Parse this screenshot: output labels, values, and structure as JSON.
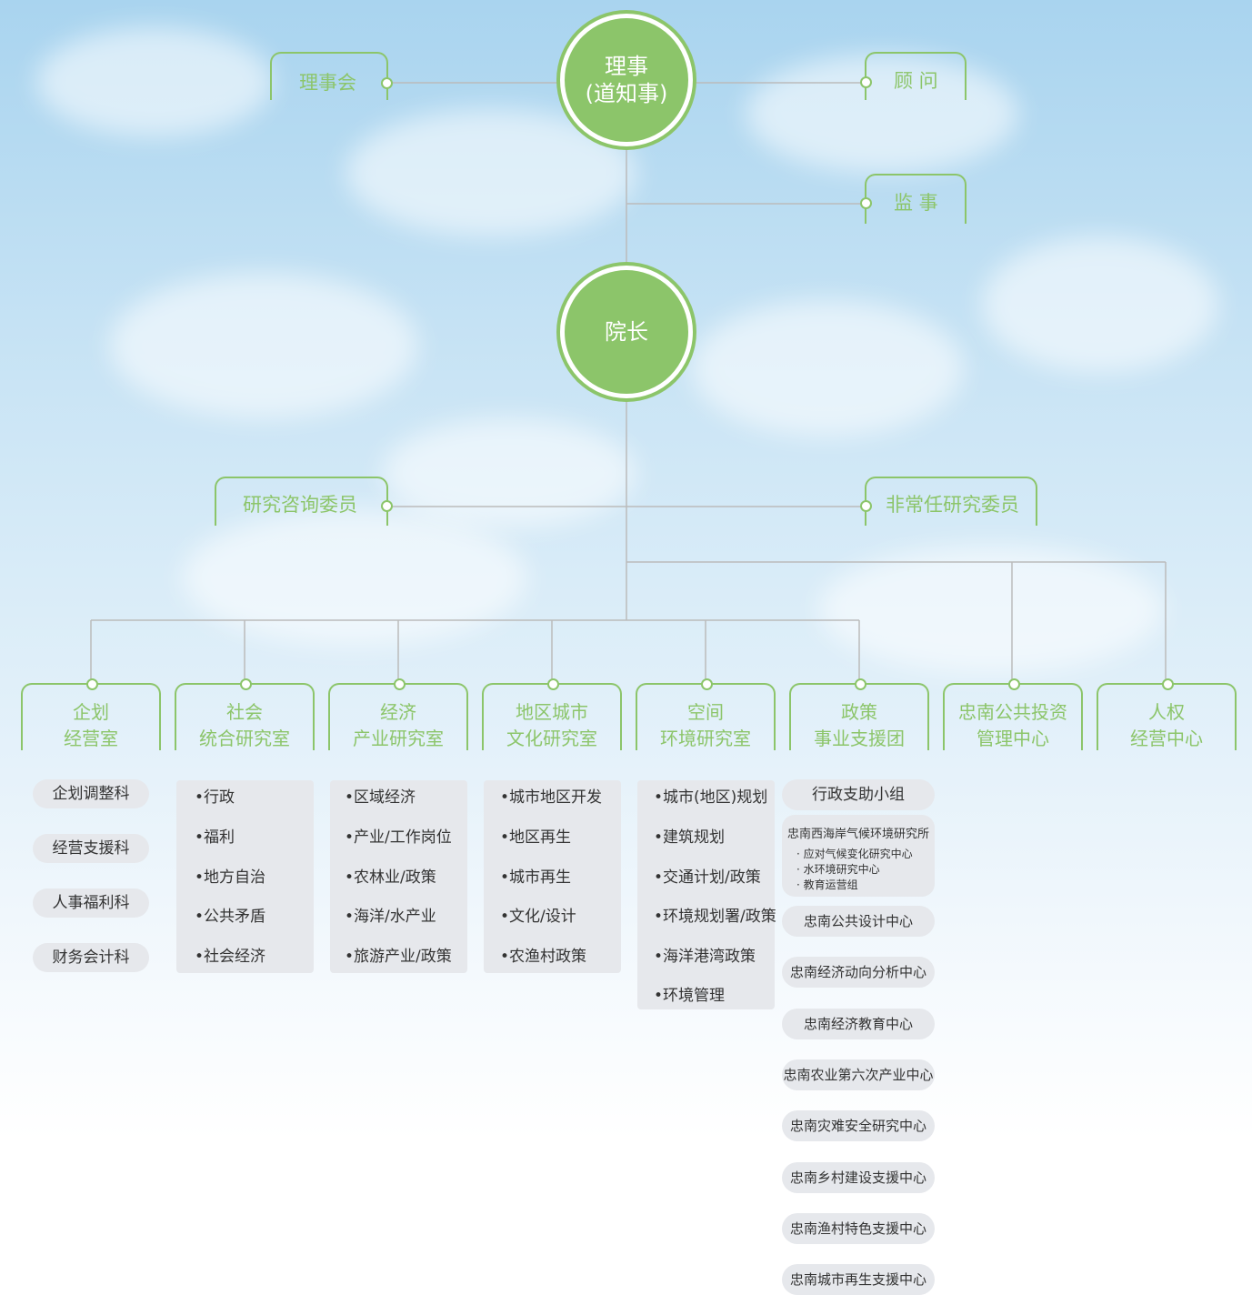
{
  "top": {
    "chairman_line1": "理事",
    "chairman_line2": "(道知事)",
    "board": "理事会",
    "advisor": "顾 问",
    "auditor": "监 事",
    "president": "院长",
    "research_committee": "研究咨询委员",
    "nonstanding_committee": "非常任研究委员"
  },
  "departments": [
    {
      "line1": "企划",
      "line2": "经营室"
    },
    {
      "line1": "社会",
      "line2": "统合研究室"
    },
    {
      "line1": "经济",
      "line2": "产业研究室"
    },
    {
      "line1": "地区城市",
      "line2": "文化研究室"
    },
    {
      "line1": "空间",
      "line2": "环境研究室"
    },
    {
      "line1": "政策",
      "line2": "事业支援团"
    },
    {
      "line1": "忠南公共投资",
      "line2": "管理中心"
    },
    {
      "line1": "人权",
      "line2": "经营中心"
    }
  ],
  "planning_units": [
    "企划调整科",
    "经营支援科",
    "人事福利科",
    "财务会计科"
  ],
  "social_items": [
    "•行政",
    "•福利",
    "•地方自治",
    "•公共矛盾",
    "•社会经济"
  ],
  "economy_items": [
    "•区域经济",
    "•产业/工作岗位",
    "•农林业/政策",
    "•海洋/水产业",
    "•旅游产业/政策"
  ],
  "urban_items": [
    "•城市地区开发",
    "•地区再生",
    "•城市再生",
    "•文化/设计",
    "•农渔村政策"
  ],
  "env_items": [
    "•城市(地区)规划",
    "•建筑规划",
    "•交通计划/政策",
    "•环境规划署/政策",
    "•海洋港湾政策",
    "•环境管理"
  ],
  "policy": {
    "admin_group": "行政支助小组",
    "climate_institute": "忠南西海岸气候环境研究所",
    "climate_subunits": [
      "· 应对气候变化研究中心",
      "· 水环境研究中心",
      "· 教育运营组"
    ],
    "centers": [
      "忠南公共设计中心",
      "忠南经济动向分析中心",
      "忠南经济教育中心",
      "忠南农业第六次产业中心",
      "忠南灾难安全研究中心",
      "忠南乡村建设支援中心",
      "忠南渔村特色支援中心",
      "忠南城市再生支援中心"
    ]
  },
  "colors": {
    "accent": "#8cc56a",
    "line": "#bbbbbb",
    "box": "#e6e8ec",
    "text": "#333333"
  }
}
